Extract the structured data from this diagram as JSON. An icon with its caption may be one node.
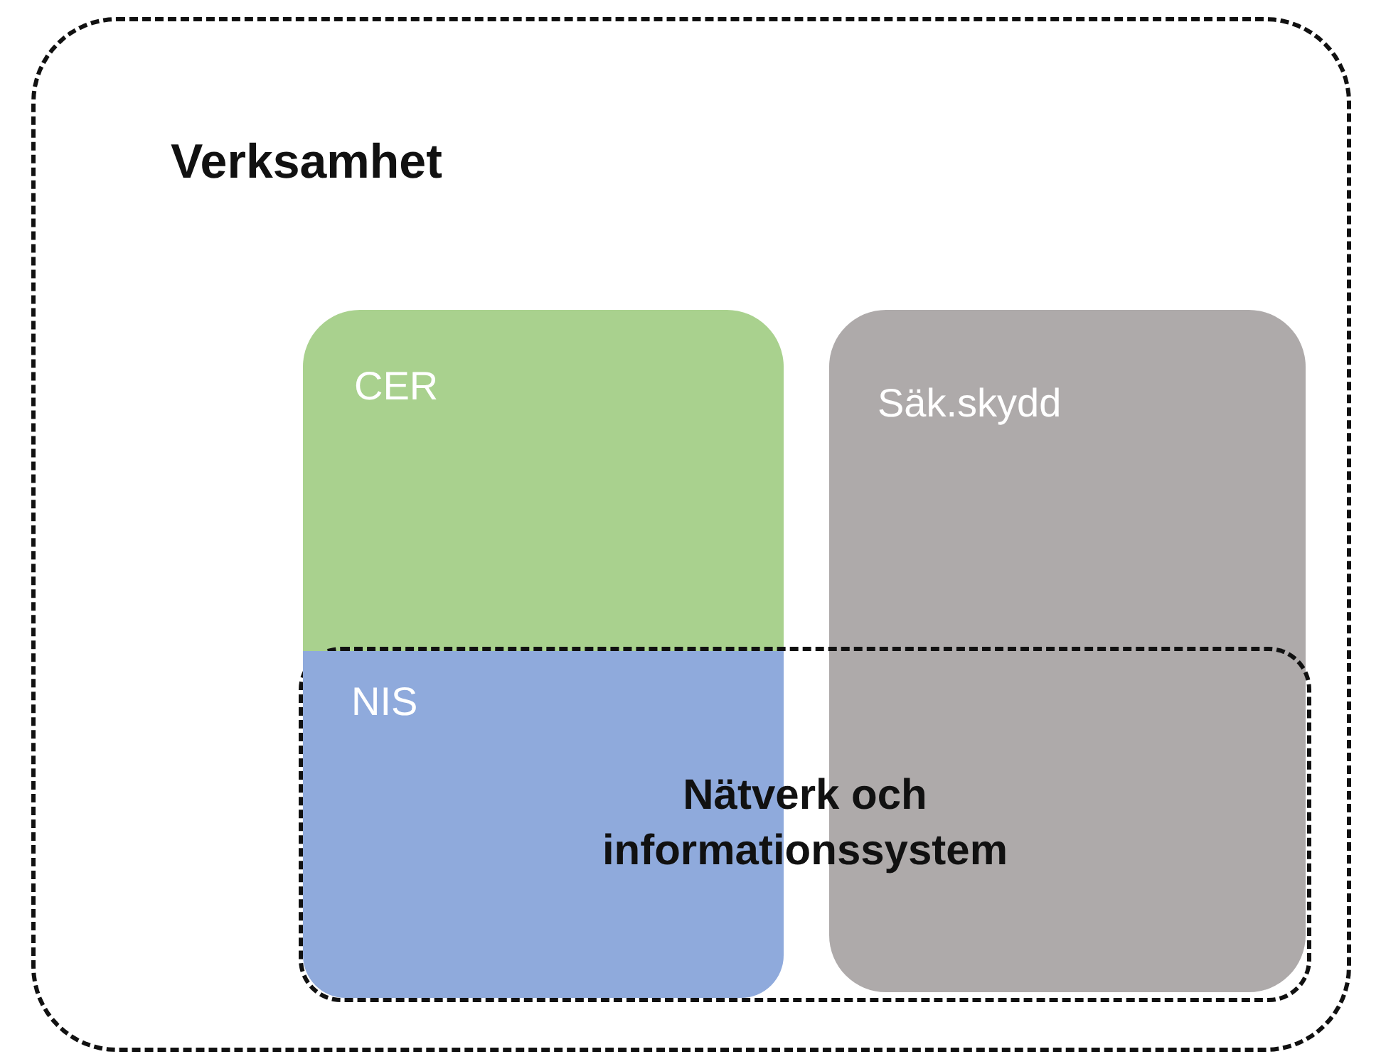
{
  "diagram": {
    "nodes": [
      {
        "text": [
          "Verksamhet"
        ]
      },
      {
        "text": [
          "CER"
        ],
        "in": 0
      },
      {
        "text": [
          "Säk.skydd"
        ],
        "in": 0
      },
      {
        "text": [
          "NIS"
        ],
        "in": 4
      },
      {
        "text": [
          "Nätverk och informationssystem"
        ],
        "in": 0
      }
    ]
  }
}
